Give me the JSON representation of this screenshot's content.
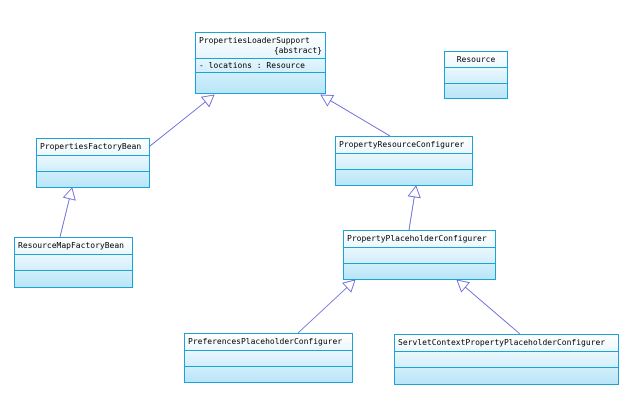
{
  "diagram": {
    "classes": [
      {
        "id": "pls",
        "name": "PropertiesLoaderSupport",
        "stereotype": "{abstract}",
        "attributes": [
          "-  locations : Resource"
        ]
      },
      {
        "id": "res",
        "name": "Resource",
        "stereotype": "",
        "attributes": []
      },
      {
        "id": "pfb",
        "name": "PropertiesFactoryBean",
        "stereotype": "",
        "attributes": []
      },
      {
        "id": "prc",
        "name": "PropertyResourceConfigurer",
        "stereotype": "",
        "attributes": []
      },
      {
        "id": "rmfb",
        "name": "ResourceMapFactoryBean",
        "stereotype": "",
        "attributes": []
      },
      {
        "id": "ppc",
        "name": "PropertyPlaceholderConfigurer",
        "stereotype": "",
        "attributes": []
      },
      {
        "id": "prefpc",
        "name": "PreferencesPlaceholderConfigurer",
        "stereotype": "",
        "attributes": []
      },
      {
        "id": "scppc",
        "name": "ServletContextPropertyPlaceholderConfigurer",
        "stereotype": "",
        "attributes": []
      }
    ],
    "generalizations": [
      {
        "from": "pfb",
        "to": "pls"
      },
      {
        "from": "prc",
        "to": "pls"
      },
      {
        "from": "rmfb",
        "to": "pfb"
      },
      {
        "from": "ppc",
        "to": "prc"
      },
      {
        "from": "prefpc",
        "to": "ppc"
      },
      {
        "from": "scppc",
        "to": "ppc"
      }
    ],
    "colors": {
      "border": "#1aa3d6",
      "edge": "#5b5bd6",
      "fill_top": "#ffffff",
      "fill_bottom": "#b9e6f8"
    }
  }
}
